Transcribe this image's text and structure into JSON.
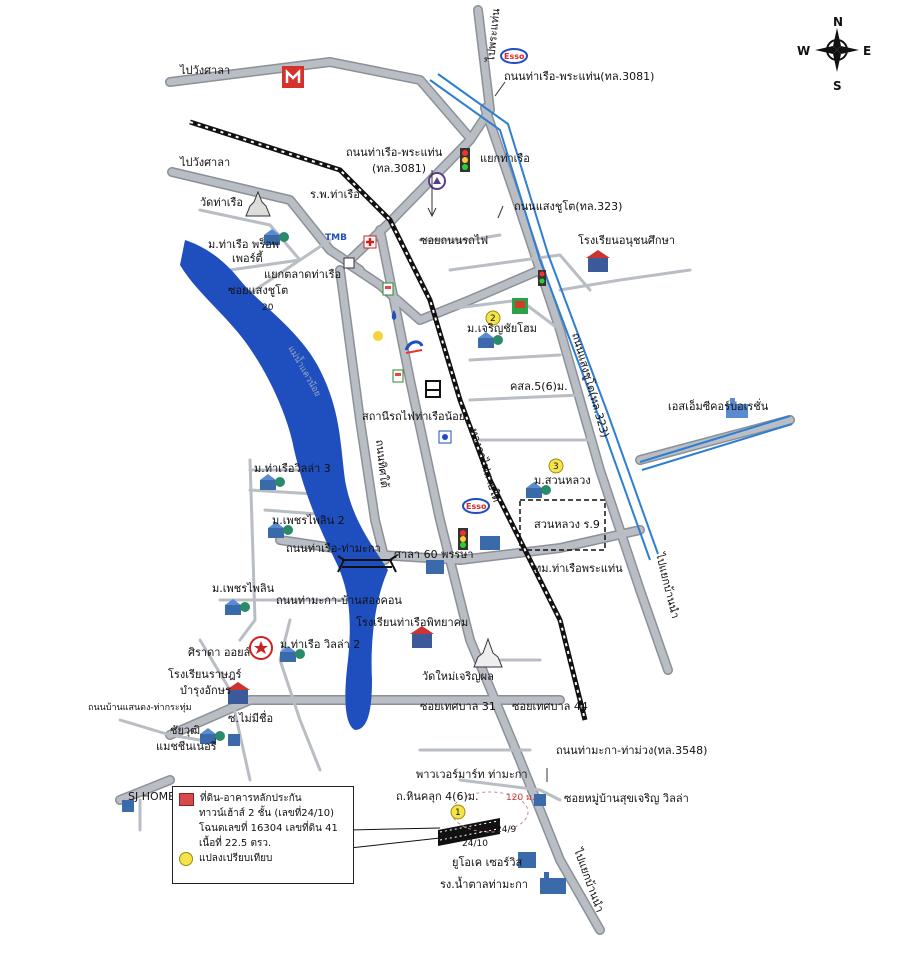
{
  "compass": {
    "n": "N",
    "s": "S",
    "e": "E",
    "w": "W"
  },
  "labels": {
    "to_wang_sala_1": "ไปวังศาลา",
    "to_wang_sala_2": "ไปวังศาลา",
    "to_phra_thaen_top": "ไปพระแท่น",
    "esso_1": "Esso",
    "esso_2": "Esso",
    "rd_tha_ruea_phrathaen_3081_top": "ถนนท่าเรือ-พระแท่น(ทล.3081)",
    "rd_tha_ruea_phrathaen": "ถนนท่าเรือ-พระแท่น",
    "rd_3081_paren": "(ทล.3081)",
    "yaek_tha_ruea": "แยกท่าเรือ",
    "rd_saeng_chuto_323": "ถนนแสงชูโต(ทล.323)",
    "wat_tha_ruea": "วัดท่าเรือ",
    "rp_tha_ruea": "ร.พ.ท่าเรือ",
    "tmb": "TMB",
    "soi_thanon_rotfai": "ซอยถนนรถไฟ",
    "m_tha_ruea_property_1": "ม.ท่าเรือ พร็อพ",
    "m_tha_ruea_property_2": "เพอร์ตี้",
    "yaek_talat_tha_ruea": "แยกตลาดท่าเรือ",
    "soi_saeng_chuto": "ซอยแสงชูโต",
    "soi_20": "20",
    "school_anuchon": "โรงเรียนอนุชนศึกษา",
    "m_charoen_chai_home": "ม.เจริญชัยโฮม",
    "rd_saeng_chuto_vertical": "ถนนแสงชูโต(ทล.323)",
    "kso_5": "คสล.5(6)ม.",
    "sm_supercenter": "เอสเอ็มซีคอร์ปอเรชั่น",
    "river_name": "แม่น้ำแควน้อย",
    "station": "สถานีรถไฟท่าเรือน้อย",
    "rd_tanon_chai": "ถนนทิศใต้",
    "rail_name": "ทางรถไฟสายใต้",
    "m_tha_ruea_villa_3": "ม.ท่าเรือวิลล่า 3",
    "m_suan_luang": "ม.สวนหลวง",
    "m_phet_phrai_2": "ม.เพชรไพลิน 2",
    "suan_luang_r9": "สวนหลวง ร.9",
    "rd_tha_ruea_bridge": "ถนนท่าเรือ-ท่ามะกา",
    "sala_60": "ศาลา 60 พรรษา",
    "tm_tha_ruea_phrathaen": "ทม.ท่าเรือพระแท่น",
    "to_yaek_bang_phra": "ไปแยกบ้านนำ",
    "m_phet_phrai": "ม.เพชรไพลิน",
    "rd_tha_maka_bridge": "ถนนท่ามะกา-บ้านสองคอน",
    "school_tha_ruea_phitthayakhom": "โรงเรียนท่าเรือพิทยาคม",
    "sirada_oil": "ศิราดา ออยล์",
    "m_tha_ruea_villa_2": "ม.ท่าเรือ วิลล่า 2",
    "school_rat_1": "โรงเรียนราษฎร์",
    "school_rat_2": "บำรุงอักษร",
    "wat_mai": "วัดใหม่เจริญผล",
    "rd_ban_saen_tha_kra": "ถนนบ้านแสนดง-ท่ากระทุ่ม",
    "soi_thetsaban_31": "ซอยเทศบาล 31",
    "soi_thetsaban_44": "ซอยเทศบาล 44",
    "soi_mai_mi_chue": "ซ.ไม่มีชื่อ",
    "chai_wut_1": "ชัยวุฒิ",
    "chai_wut_2": "แมชชีนเนอรี่",
    "rd_tha_maka_tha_muang": "ถนนท่ามะกา-ท่าม่วง(ทล.3548)",
    "power_mart": "พาวเวอร์มาร์ท ท่ามะกา",
    "sj_home": "SJ HOME",
    "soi_ban_suk": "ซอยหมู่บ้านสุขเจริญ วิลล่า",
    "t_hin_khlup": "ถ.หินคลุก 4(6)ม.",
    "dist_120": "120 ม.",
    "plot_24_10": "24/10",
    "plot_24_9": "24/9",
    "uoc_service": "ยูโอเค เซอร์วิส",
    "rs_tha_maka": "รง.น้ำตาลท่ามะกา",
    "to_yaek_bang_phra_2": "ไปแยกบ้านนำ",
    "marker_1": "1",
    "marker_2": "2",
    "marker_3": "3"
  },
  "legend": {
    "plot_line1": "ที่ดิน-อาคารหลักประกัน",
    "plot_line2": "ทาวน์เฮ้าส์ 2 ชั้น (เลขที่24/10)",
    "plot_line3": "โฉนดเลขที่ 16304 เลขที่ดิน 41",
    "plot_line4": "เนื้อที่ 22.5 ตรว.",
    "compare_label": "แปลงเปรียบเทียบ"
  },
  "colors": {
    "road": "#b9bdc4",
    "road_edge": "#8c9098",
    "river": "#1f4fbf",
    "highway_blue": "#2f7fd0",
    "rail": "#111111",
    "marker_yellow": "#f4e34a"
  }
}
